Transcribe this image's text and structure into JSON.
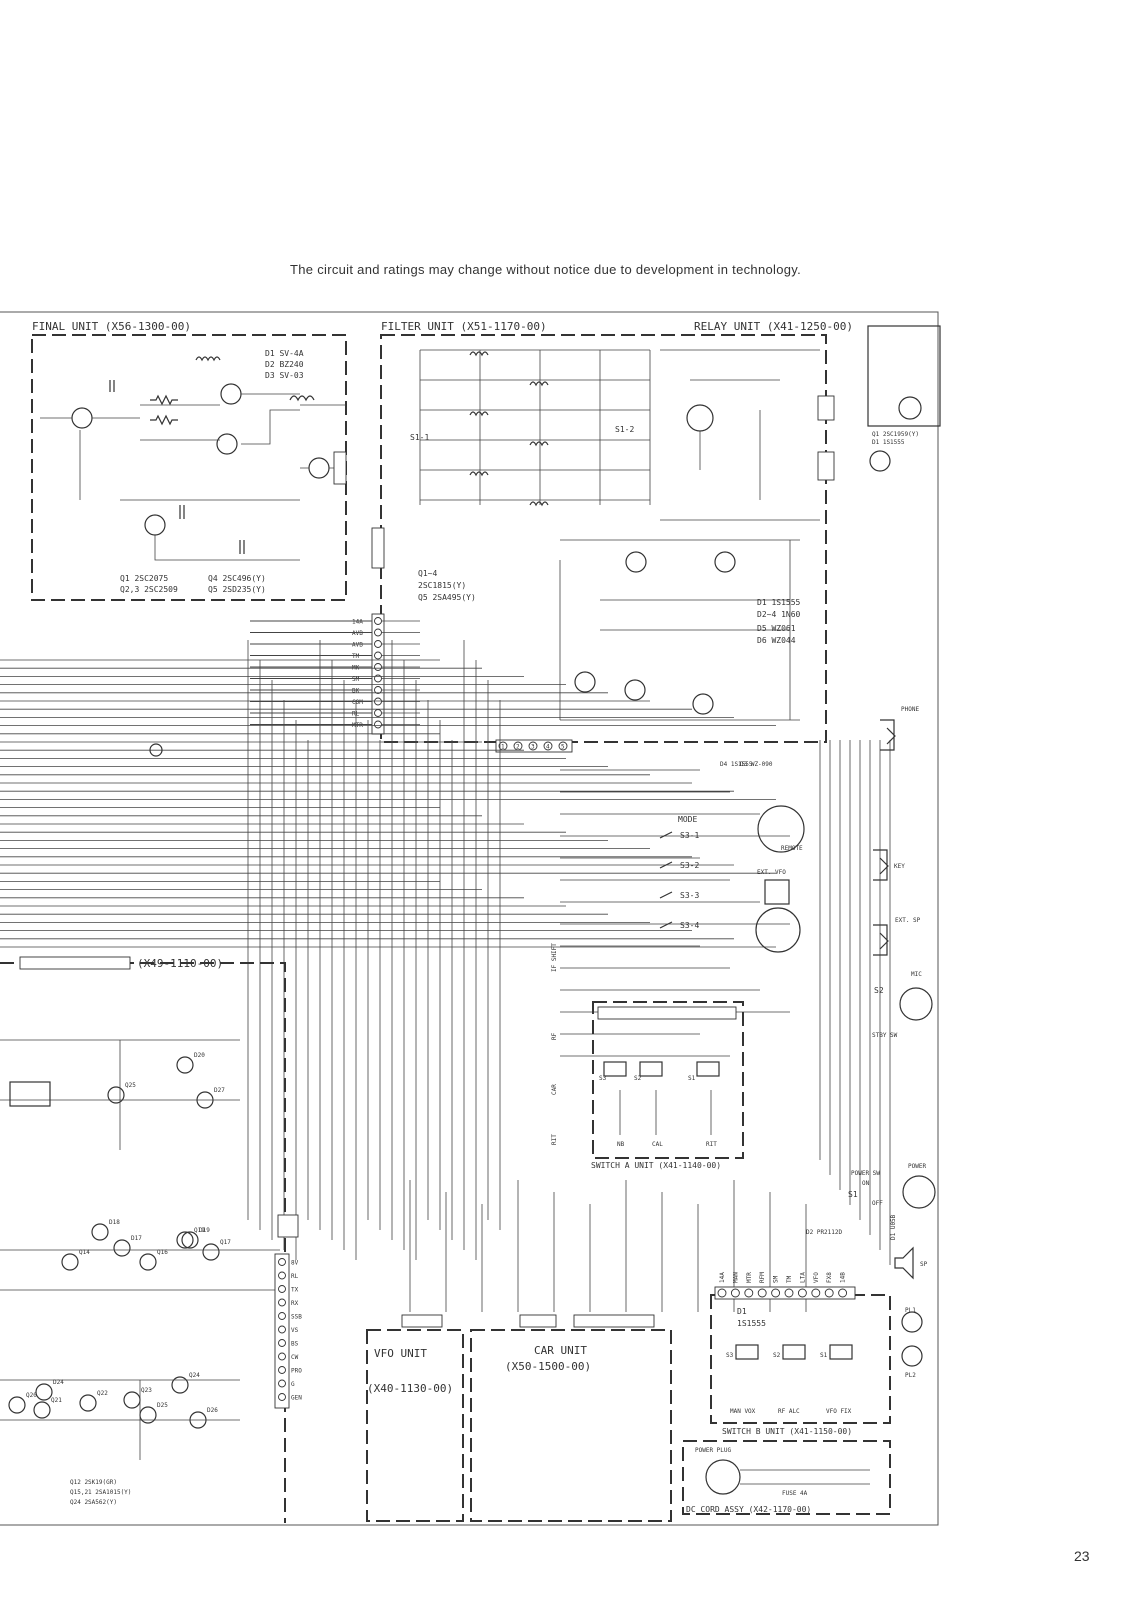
{
  "notice": "The circuit and ratings may change without notice due to development in technology.",
  "page_number": "23",
  "units": {
    "final": {
      "title": "FINAL UNIT (X56-1300-00)",
      "lines": [
        "D1 SV-4A",
        "D2 BZ240",
        "D3 SV-03",
        "Q1 2SC2075",
        "Q2,3 2SC2509",
        "Q4 2SC496(Y)",
        "Q5 2SD235(Y)"
      ]
    },
    "filter": {
      "title": "FILTER UNIT (X51-1170-00)",
      "switches": [
        "S1-1",
        "S1-2"
      ]
    },
    "relay": {
      "title": "RELAY UNIT (X41-1250-00)",
      "lines": [
        "Q1~4",
        "2SC1815(Y)",
        "Q5 2SA495(Y)",
        "D1 1S1555",
        "D2~4 1N60",
        "D5 WZ061",
        "D6 WZ044"
      ],
      "sub": [
        "Q1 2SC1959(Y)",
        "D1 1S1555"
      ]
    },
    "x49": {
      "title": "(X49-1110-00)"
    },
    "switch_a": {
      "title": "SWITCH A UNIT (X41-1140-00)",
      "labels": [
        "S3",
        "S2",
        "S1",
        "NB",
        "CAL",
        "RIT"
      ]
    },
    "vfo": {
      "title": "VFO UNIT",
      "part": "(X40-1130-00)"
    },
    "car": {
      "title": "CAR UNIT",
      "part": "(X50-1500-00)"
    },
    "switch_b": {
      "title": "SWITCH B UNIT (X41-1150-00)",
      "lines": [
        "D1",
        "1S1555"
      ],
      "labels": [
        "S3",
        "S2",
        "S1",
        "MAN VOX",
        "RF ALC",
        "VFO FIX"
      ]
    },
    "dc_cord": {
      "title": "DC CORD ASSY (X42-1170-00)",
      "plug": "POWER PLUG",
      "fuse": "FUSE 4A"
    }
  },
  "connectors": {
    "j42_pins": [
      "14A",
      "AVB",
      "AVB",
      "TM",
      "MK",
      "SM",
      "BK",
      "COM",
      "RL",
      "MTR"
    ],
    "j45_pins": [
      "1",
      "2",
      "3",
      "4",
      "5"
    ],
    "j6_pins": [
      "8V",
      "RL",
      "TX",
      "RX",
      "SSB",
      "VS",
      "BS",
      "CW",
      "PRO",
      "G",
      "GEN"
    ],
    "j53_pins": [
      "14A",
      "MAN",
      "MTR",
      "RFM",
      "SM",
      "TM",
      "LTA",
      "VFO",
      "FX8",
      "14B"
    ]
  },
  "side_labels": {
    "phone": "PHONE",
    "remote": "REMOTE",
    "key": "KEY",
    "ext_vfo": "EXT. VFO",
    "ext_sp": "EXT. SP",
    "mic": "MIC",
    "stby_sw": "STBY SW",
    "power": "POWER",
    "power_sw": "POWER SW",
    "on": "ON",
    "off": "OFF",
    "sp": "SP",
    "d1_power": "D1 U05B",
    "d2_power": "D2 PR2112D",
    "mode": "MODE",
    "mode_switches": [
      "S3-1",
      "S3-2",
      "S3-3",
      "S3-4"
    ],
    "d3_label": "D3 WZ-090",
    "d4_label": "D4 1S1555",
    "s2": "S2",
    "s1": "S1",
    "pl1": "PL1",
    "pl2": "PL2",
    "vr_labels": [
      "IF SHIFT",
      "RF",
      "CAR",
      "RIT"
    ]
  },
  "x49_parts": [
    "Q12 2SK19(GR)",
    "Q15,21 2SA1015(Y)",
    "Q24 2SA562(Y)"
  ],
  "x49_devices": [
    "Q14",
    "Q16",
    "Q17",
    "Q19",
    "Q20",
    "Q21",
    "Q22",
    "Q23",
    "Q24",
    "Q25",
    "D17",
    "D18",
    "D19",
    "D20",
    "D24",
    "D25",
    "D26",
    "D27"
  ]
}
